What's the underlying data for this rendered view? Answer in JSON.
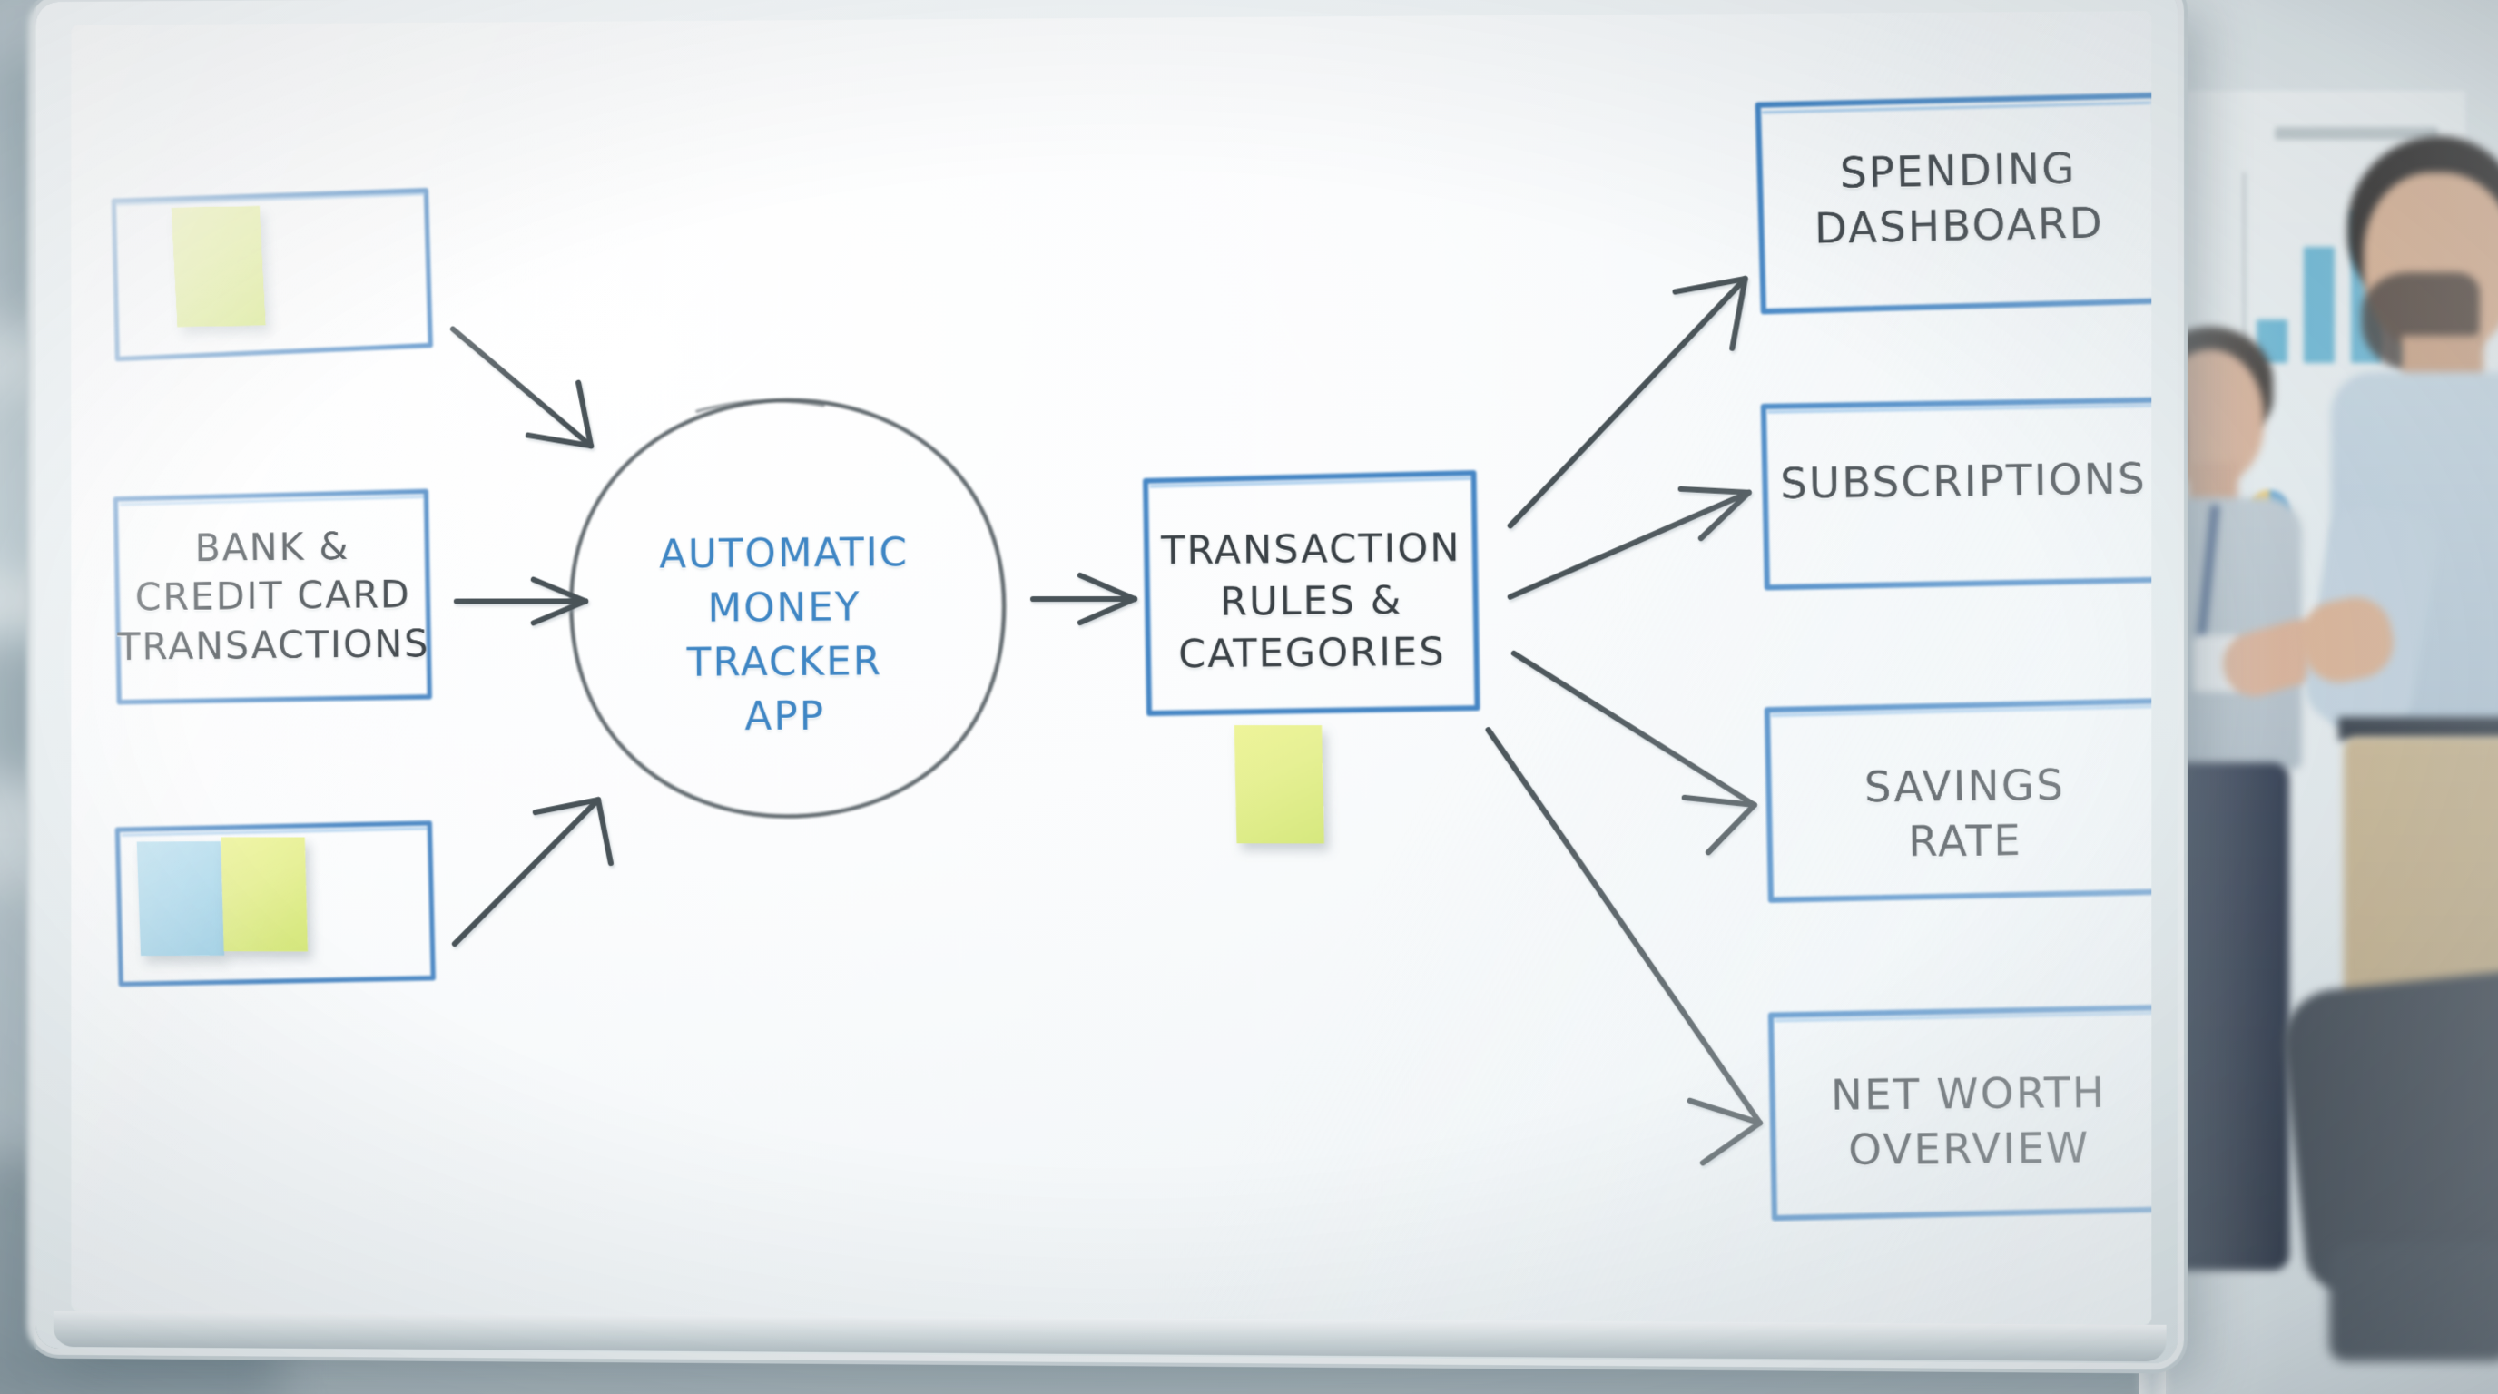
{
  "scene": {
    "medium": "office whiteboard photograph",
    "board_type": "dry-erase whiteboard",
    "background_description": "blurred open-plan office with two colleagues talking in front of a chart poster"
  },
  "diagram": {
    "title_present": false,
    "type": "flowchart",
    "ink_colors": {
      "box_outline_blue": "#3d7fc1",
      "text_dark": "#3a4146",
      "text_blue": "#3f86c4",
      "arrow_gray": "#4a5358"
    },
    "inputs": [
      {
        "id": "input-sticky-top",
        "shape": "rectangle",
        "text": "",
        "sticky_notes": [
          {
            "color_name": "yellow-green",
            "color": "#e4ef8e",
            "text": ""
          }
        ]
      },
      {
        "id": "input-bank-transactions",
        "shape": "rectangle",
        "lines": [
          "BANK &",
          "CREDIT CARD",
          "TRANSACTIONS"
        ],
        "sticky_notes": []
      },
      {
        "id": "input-sticky-bottom",
        "shape": "rectangle",
        "text": "",
        "sticky_notes": [
          {
            "color_name": "blue",
            "color": "#b6dded",
            "text": ""
          },
          {
            "color_name": "yellow-green",
            "color": "#e4ef8e",
            "text": ""
          }
        ]
      }
    ],
    "hub": {
      "id": "automatic-money-tracker-app",
      "shape": "ellipse",
      "lines": [
        "AUTOMATIC",
        "MONEY",
        "TRACKER",
        "APP"
      ],
      "ink": "blue"
    },
    "processor": {
      "id": "transaction-rules-categories",
      "shape": "rectangle",
      "lines": [
        "TRANSACTION",
        "RULES &",
        "CATEGORIES"
      ],
      "sticky_notes": [
        {
          "color_name": "yellow-green",
          "color": "#e4ef8e",
          "text": ""
        }
      ]
    },
    "outputs": [
      {
        "id": "spending-dashboard",
        "lines": [
          "SPENDING",
          "DASHBOARD"
        ]
      },
      {
        "id": "subscriptions",
        "lines": [
          "SUBSCRIPTIONS"
        ]
      },
      {
        "id": "savings-rate",
        "lines": [
          "SAVINGS",
          "RATE"
        ]
      },
      {
        "id": "net-worth-overview",
        "lines": [
          "NET WORTH",
          "OVERVIEW"
        ]
      }
    ],
    "arrows": [
      {
        "from": "input-sticky-top",
        "to": "automatic-money-tracker-app",
        "direction": "down-right"
      },
      {
        "from": "input-bank-transactions",
        "to": "automatic-money-tracker-app",
        "direction": "right"
      },
      {
        "from": "input-sticky-bottom",
        "to": "automatic-money-tracker-app",
        "direction": "up-right"
      },
      {
        "from": "automatic-money-tracker-app",
        "to": "transaction-rules-categories",
        "direction": "right"
      },
      {
        "from": "transaction-rules-categories",
        "to": "spending-dashboard",
        "direction": "up-right"
      },
      {
        "from": "transaction-rules-categories",
        "to": "subscriptions",
        "direction": "up-right"
      },
      {
        "from": "transaction-rules-categories",
        "to": "savings-rate",
        "direction": "down-right"
      },
      {
        "from": "transaction-rules-categories",
        "to": "net-worth-overview",
        "direction": "down-right"
      }
    ]
  },
  "background_poster": {
    "chart_types": [
      "bar",
      "pie"
    ],
    "bar_color": "#5fb3d4",
    "pie_colors": [
      "#2f72b8",
      "#f0c048",
      "#6fb8dd"
    ]
  }
}
